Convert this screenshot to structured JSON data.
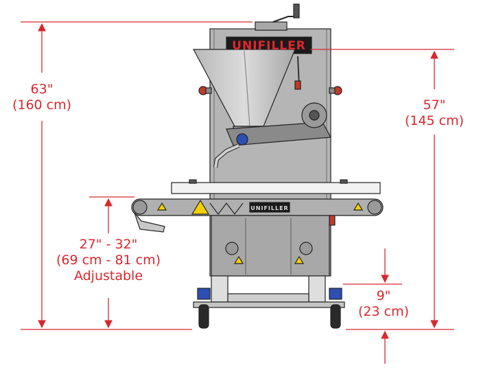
{
  "brand": {
    "name": "UNIFILLER",
    "color": "#e0262b",
    "small_label": "UNIFILLER"
  },
  "dimension_color": "#d8272d",
  "dimensions": {
    "overall_height": {
      "imperial": "63\"",
      "metric": "(160 cm)"
    },
    "hopper_height": {
      "imperial": "57\"",
      "metric": "(145 cm)"
    },
    "conveyor_height": {
      "imperial": "27\" - 32\"",
      "metric": "(69 cm - 81 cm)",
      "note": "Adjustable"
    },
    "ground_clearance": {
      "imperial": "9\"",
      "metric": "(23 cm)"
    }
  }
}
